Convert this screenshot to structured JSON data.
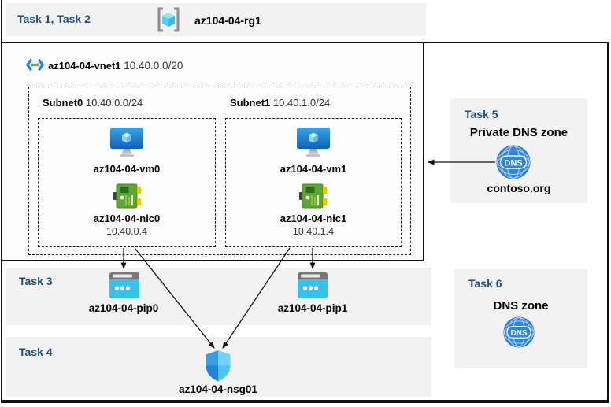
{
  "colors": {
    "task_label": "#1F4E79",
    "band_bg": "#F2F2F2",
    "line": "#111111",
    "pip_cyan": "#35C3EC",
    "dns_blue": "#2E86E0"
  },
  "header_band": {
    "task_label": "Task 1, Task 2",
    "resource_group_name": "az104-04-rg1"
  },
  "vnet": {
    "name": "az104-04-vnet1",
    "cidr": "10.40.0.0/20",
    "subnets": [
      {
        "name": "Subnet0",
        "cidr": "10.40.0.0/24",
        "vm_name": "az104-04-vm0",
        "nic_name": "az104-04-nic0",
        "nic_ip": "10.40.0.4"
      },
      {
        "name": "Subnet1",
        "cidr": "10.40.1.0/24",
        "vm_name": "az104-04-vm1",
        "nic_name": "az104-04-nic1",
        "nic_ip": "10.40.1.4"
      }
    ]
  },
  "task3_band": {
    "task_label": "Task 3",
    "public_ips": [
      "az104-04-pip0",
      "az104-04-pip1"
    ]
  },
  "task4_band": {
    "task_label": "Task 4",
    "nsg_name": "az104-04-nsg01"
  },
  "task5_box": {
    "task_label": "Task 5",
    "title": "Private DNS zone",
    "zone_name": "contoso.org",
    "dns_badge": "DNS"
  },
  "task6_box": {
    "task_label": "Task 6",
    "title": "DNS zone",
    "dns_badge": "DNS"
  }
}
